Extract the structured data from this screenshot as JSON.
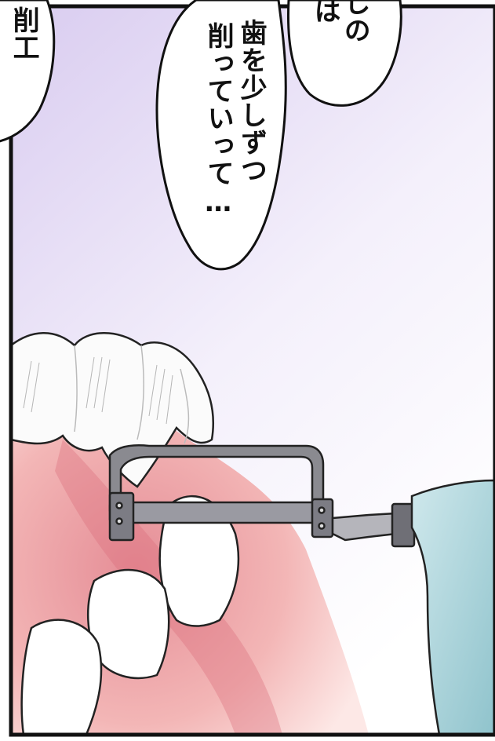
{
  "bubbles": {
    "left_top": {
      "chars": "削工"
    },
    "top_right": {
      "line1": "しの",
      "line2": "は"
    },
    "center": {
      "line1": "歯を少しずつ",
      "line2": "削っていって…"
    }
  }
}
